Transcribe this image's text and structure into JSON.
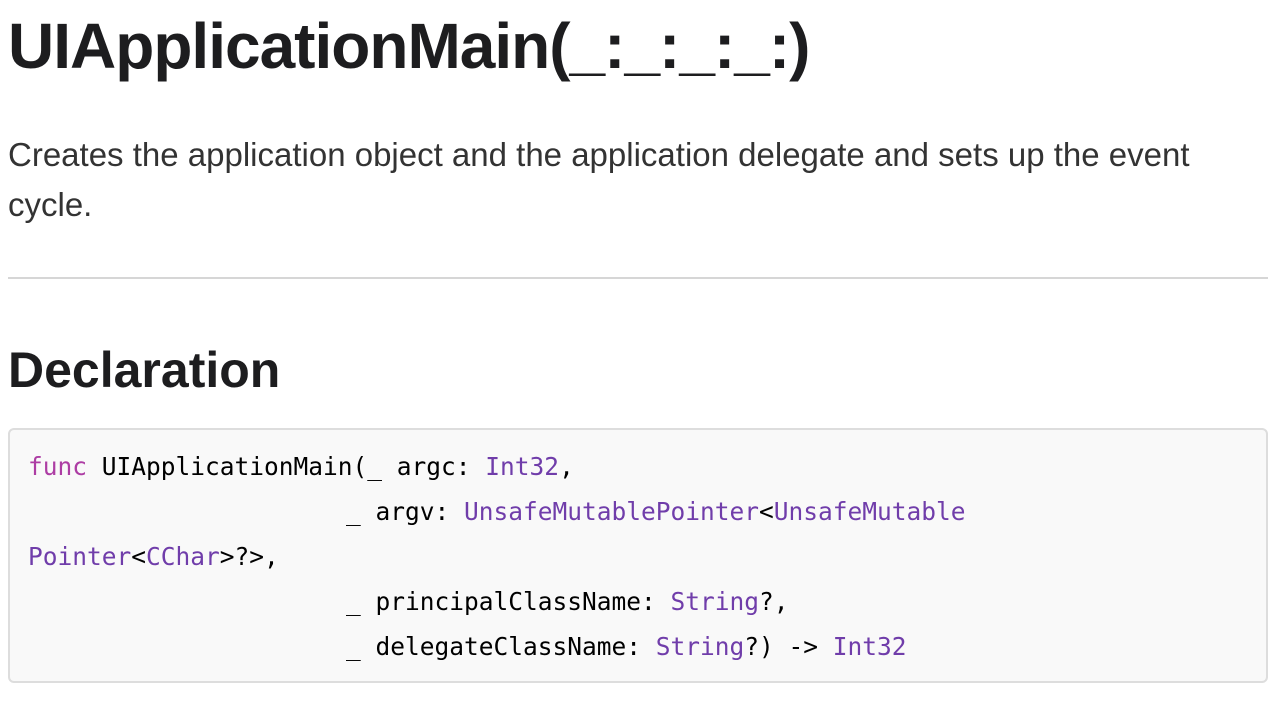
{
  "header": {
    "title": "UIApplicationMain(_:_:_:_:)"
  },
  "abstract": {
    "text": "Creates the application object and the application delegate and sets up the event cycle."
  },
  "declaration": {
    "heading": "Declaration",
    "code": {
      "keyword_func": "func",
      "func_name": " UIApplicationMain(",
      "param1_label": "_ argc: ",
      "param1_type": "Int32",
      "param1_tail": ",",
      "param2_label": "_ argv: ",
      "param2_type_a": "UnsafeMutablePointer",
      "param2_lt": "<",
      "param2_type_b": "UnsafeMutable",
      "param2_type_b_cont": "Pointer",
      "param2_lt2": "<",
      "param2_type_c": "CChar",
      "param2_tail": ">?>,",
      "param3_label": "_ principalClassName: ",
      "param3_type": "String",
      "param3_tail": "?,",
      "param4_label": "_ delegateClassName: ",
      "param4_type": "String",
      "param4_tail": "?) -> ",
      "return_type": "Int32"
    }
  },
  "colors": {
    "keyword": "#ad3da4",
    "type": "#703daa",
    "text": "#1d1d1f",
    "divider": "#d6d6d6",
    "code_background": "#f9f9f9"
  }
}
